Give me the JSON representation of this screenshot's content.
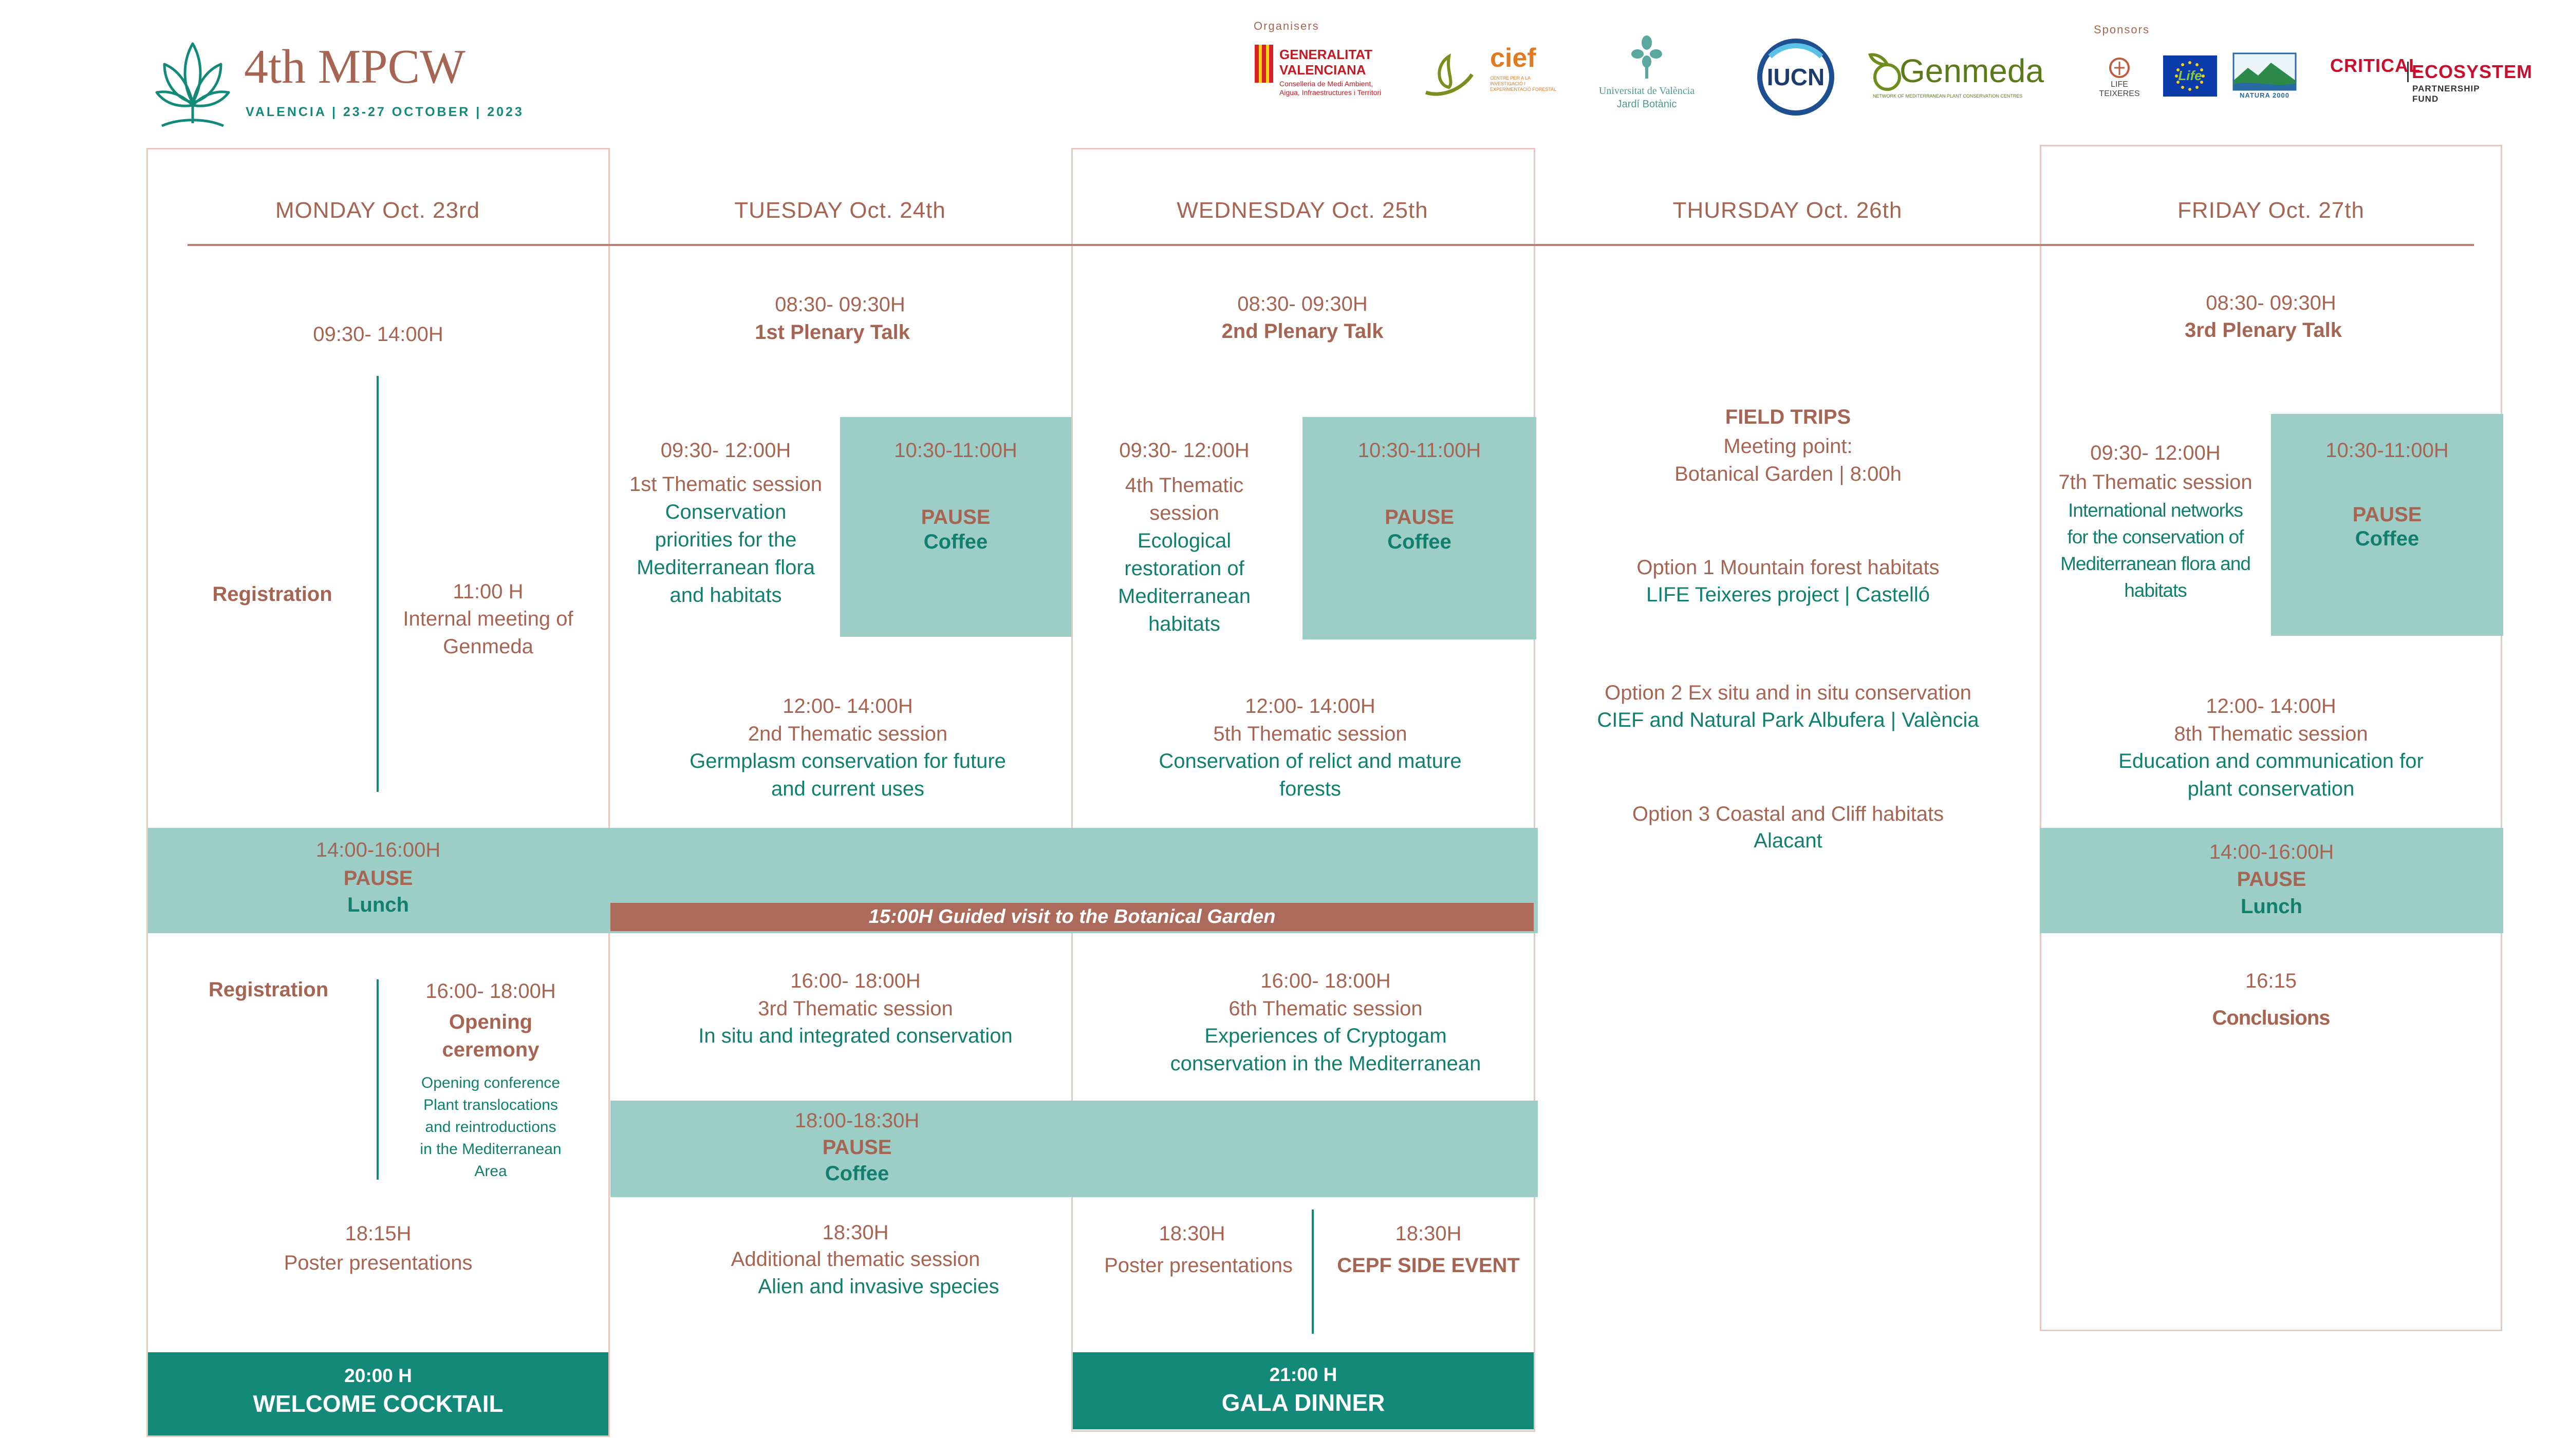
{
  "header": {
    "title": "4th MPCW",
    "subtitle": "VALENCIA | 23-27 OCTOBER | 2023",
    "organisers_label": "Organisers",
    "sponsors_label": "Sponsors",
    "organisers": {
      "gva_line1": "GENERALITAT",
      "gva_line2": "VALENCIANA",
      "gva_line3": "Conselleria de Medi Ambient, Aigua, Infraestructures i Territori",
      "cief_word": "cief",
      "cief_sub": "CENTRE PER A LA INVESTIGACIÓ I EXPERIMENTACIÓ FORESTAL",
      "uv_line1": "Universitat de València",
      "uv_line2": "Jardí Botànic",
      "iucn": "IUCN",
      "genmeda": "Genmeda",
      "genmeda_sub": "NETWORK OF MEDITERRANEAN PLANT CONSERVATION CENTRES"
    },
    "sponsors": {
      "life_teixeres_line1": "LIFE",
      "life_teixeres_line2": "TEIXERES",
      "eu_life": "Life",
      "natura": "NATURA 2000",
      "cepf_line1a": "CRITICAL",
      "cepf_line1b": "ECOSYSTEM",
      "cepf_line2": "PARTNERSHIP FUND"
    },
    "colors": {
      "brown": "#a66552",
      "teal": "#138a79",
      "teal_light": "#9ccdc7",
      "banner": "#ac6a5b"
    }
  },
  "days": {
    "mon": "MONDAY Oct. 23rd",
    "tue": "TUESDAY Oct. 24th",
    "wed": "WEDNESDAY Oct. 25th",
    "thu": "THURSDAY Oct. 26th",
    "fri": "FRIDAY Oct. 27th"
  },
  "monday": {
    "morning_time": "09:30- 14:00H",
    "registration_am": "Registration",
    "genmeda_time": "11:00 H",
    "genmeda_title": "Internal meeting of\nGenmeda",
    "lunch_time": "14:00-16:00H",
    "lunch_pause": "PAUSE",
    "lunch_label": "Lunch",
    "registration_pm": "Registration",
    "opening_time": "16:00- 18:00H",
    "opening_title": "Opening\nceremony",
    "opening_desc": "Opening conference\nPlant translocations\nand reintroductions\nin the Mediterranean\nArea",
    "poster_time": "18:15H",
    "poster_title": "Poster presentations",
    "cocktail_time": "20:00 H",
    "cocktail_title": "WELCOME COCKTAIL"
  },
  "tuesday": {
    "plenary_time": "08:30- 09:30H",
    "plenary_title": "1st Plenary Talk",
    "s1_time": "09:30- 12:00H",
    "s1_label": "1st Thematic session",
    "s1_title": "Conservation\npriorities for the\nMediterranean flora\nand habitats",
    "coffee_time": "10:30-11:00H",
    "coffee_pause": "PAUSE",
    "coffee_label": "Coffee",
    "s2_time": "12:00- 14:00H",
    "s2_label": "2nd Thematic session",
    "s2_title": "Germplasm conservation for future\nand current uses",
    "s3_time": "16:00- 18:00H",
    "s3_label": "3rd Thematic session",
    "s3_title": "In situ and integrated conservation",
    "coffee2_time": "18:00-18:30H",
    "coffee2_pause": "PAUSE",
    "coffee2_label": "Coffee",
    "add_time": "18:30H",
    "add_label": "Additional thematic session",
    "add_title": "Alien and invasive species"
  },
  "banner": "15:00H Guided visit to the Botanical Garden",
  "wednesday": {
    "plenary_time": "08:30- 09:30H",
    "plenary_title": "2nd Plenary Talk",
    "s4_time": "09:30- 12:00H",
    "s4_label": "4th Thematic\nsession",
    "s4_title": "Ecological\nrestoration of\nMediterranean\nhabitats",
    "coffee_time": "10:30-11:00H",
    "coffee_pause": "PAUSE",
    "coffee_label": "Coffee",
    "s5_time": "12:00- 14:00H",
    "s5_label": "5th Thematic session",
    "s5_title": "Conservation of relict and mature\nforests",
    "s6_time": "16:00- 18:00H",
    "s6_label": "6th Thematic session",
    "s6_title": "Experiences of Cryptogam\nconservation in the Mediterranean",
    "poster_time": "18:30H",
    "poster_title": "Poster presentations",
    "cepf_time": "18:30H",
    "cepf_title": "CEPF SIDE EVENT",
    "gala_time": "21:00 H",
    "gala_title": "GALA DINNER"
  },
  "thursday": {
    "field_title": "FIELD TRIPS",
    "meeting": "Meeting point:\nBotanical Garden | 8:00h",
    "opt1_title": "Option 1 Mountain forest habitats",
    "opt1_place": "LIFE Teixeres project | Castelló",
    "opt2_title": "Option 2 Ex situ and in situ conservation",
    "opt2_place": "CIEF and Natural Park Albufera | València",
    "opt3_title": "Option 3 Coastal and Cliff habitats",
    "opt3_place": "Alacant"
  },
  "friday": {
    "plenary_time": "08:30- 09:30H",
    "plenary_title": "3rd Plenary Talk",
    "s7_time": "09:30- 12:00H",
    "s7_label": "7th Thematic session",
    "s7_title": "International networks\nfor the conservation of\nMediterranean flora and\nhabitats",
    "coffee_time": "10:30-11:00H",
    "coffee_pause": "PAUSE",
    "coffee_label": "Coffee",
    "s8_time": "12:00- 14:00H",
    "s8_label": "8th Thematic session",
    "s8_title": "Education and communication for\nplant conservation",
    "lunch_time": "14:00-16:00H",
    "lunch_pause": "PAUSE",
    "lunch_label": "Lunch",
    "concl_time": "16:15",
    "concl_title": "Conclusions"
  }
}
